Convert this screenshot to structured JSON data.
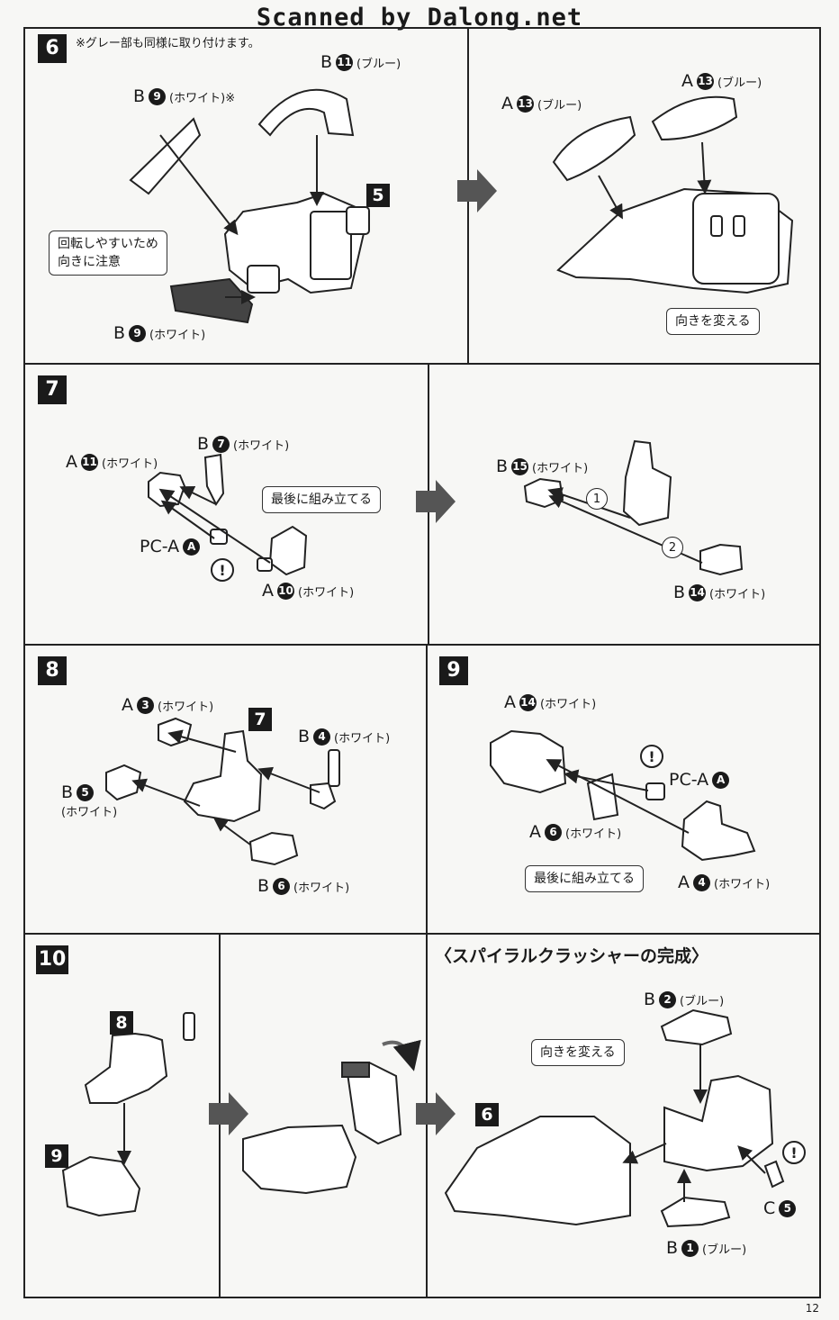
{
  "watermark": "Scanned by Dalong.net",
  "page_number": "12",
  "step6": {
    "number": "6",
    "note": "※グレー部も同様に取り付けます。",
    "ref_subassembly": "5",
    "callout_rotation": [
      "回転しやすいため",
      "向きに注意"
    ],
    "callout_reorient": "向きを変える",
    "parts": {
      "b9_top": {
        "runner": "B",
        "num": "9",
        "color": "(ホワイト)※"
      },
      "b11": {
        "runner": "B",
        "num": "11",
        "color": "(ブルー)"
      },
      "b9_bottom": {
        "runner": "B",
        "num": "9",
        "color": "(ホワイト)"
      },
      "a13_left": {
        "runner": "A",
        "num": "13",
        "color": "(ブルー)"
      },
      "a13_right": {
        "runner": "A",
        "num": "13",
        "color": "(ブルー)"
      }
    }
  },
  "step7": {
    "number": "7",
    "callout_last": "最後に組み立てる",
    "parts": {
      "a11": {
        "runner": "A",
        "num": "11",
        "color": "(ホワイト)"
      },
      "b7": {
        "runner": "B",
        "num": "7",
        "color": "(ホワイト)"
      },
      "pca": {
        "runner": "PC-A",
        "num": "A",
        "color": ""
      },
      "a10": {
        "runner": "A",
        "num": "10",
        "color": "(ホワイト)"
      },
      "b15": {
        "runner": "B",
        "num": "15",
        "color": "(ホワイト)"
      },
      "b14": {
        "runner": "B",
        "num": "14",
        "color": "(ホワイト)"
      }
    },
    "order_1": "1",
    "order_2": "2"
  },
  "step8": {
    "number": "8",
    "ref_subassembly": "7",
    "parts": {
      "a3": {
        "runner": "A",
        "num": "3",
        "color": "(ホワイト)"
      },
      "b4": {
        "runner": "B",
        "num": "4",
        "color": "(ホワイト)"
      },
      "b5": {
        "runner": "B",
        "num": "5",
        "color": "(ホワイト)"
      },
      "b6": {
        "runner": "B",
        "num": "6",
        "color": "(ホワイト)"
      }
    }
  },
  "step9": {
    "number": "9",
    "callout_last": "最後に組み立てる",
    "parts": {
      "a14": {
        "runner": "A",
        "num": "14",
        "color": "(ホワイト)"
      },
      "pca": {
        "runner": "PC-A",
        "num": "A",
        "color": ""
      },
      "a6": {
        "runner": "A",
        "num": "6",
        "color": "(ホワイト)"
      },
      "a4": {
        "runner": "A",
        "num": "4",
        "color": "(ホワイト)"
      }
    }
  },
  "step10": {
    "number": "10",
    "ref_8": "8",
    "ref_9": "9",
    "ref_6": "6",
    "completion_title": "〈スパイラルクラッシャーの完成〉",
    "callout_reorient": "向きを変える",
    "parts": {
      "b2": {
        "runner": "B",
        "num": "2",
        "color": "(ブルー)"
      },
      "c5": {
        "runner": "C",
        "num": "5",
        "color": ""
      },
      "b1": {
        "runner": "B",
        "num": "1",
        "color": "(ブルー)"
      }
    }
  }
}
